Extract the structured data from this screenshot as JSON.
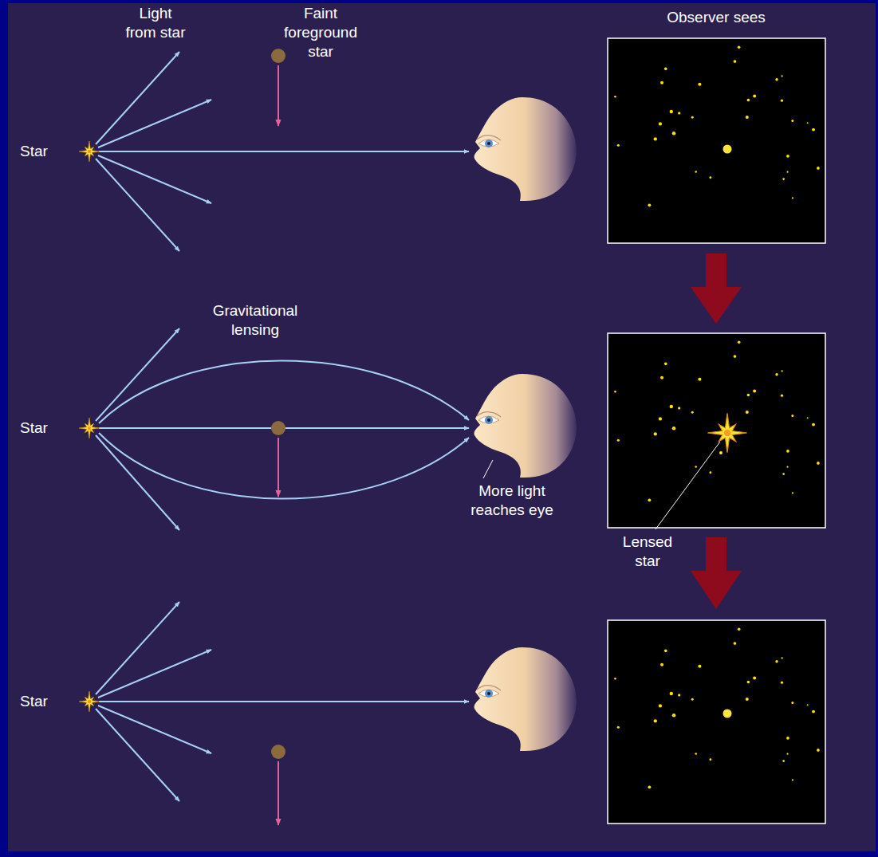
{
  "diagram": {
    "labels": [
      "Light from star",
      "Faint foreground star",
      "Observer sees",
      "Star",
      "Gravitational lensing",
      "Star",
      "More light reaches eye",
      "Lensed star",
      "Star"
    ]
  }
}
